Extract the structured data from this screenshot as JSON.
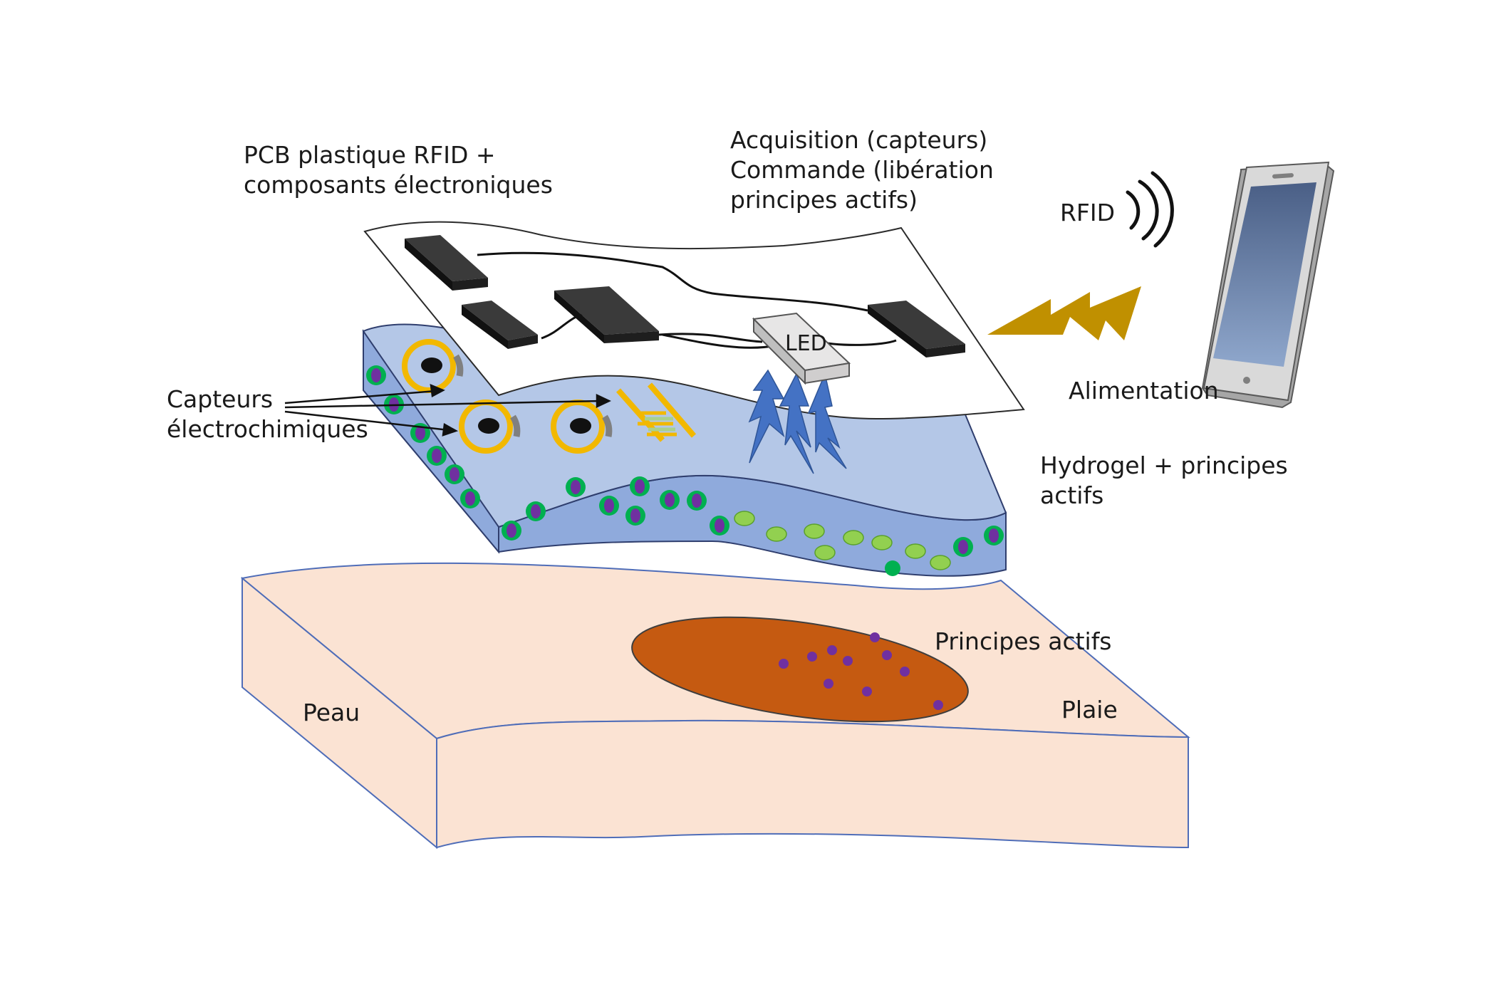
{
  "labels": {
    "pcb_line1": "PCB plastique RFID +",
    "pcb_line2": "composants électroniques",
    "acq_line1": "Acquisition (capteurs)",
    "acq_line2": "Commande (libération",
    "acq_line3": "principes actifs)",
    "rfid": "RFID",
    "alimentation": "Alimentation",
    "capteurs_line1": "Capteurs",
    "capteurs_line2": "électrochimiques",
    "hydrogel_line1": "Hydrogel + principes",
    "hydrogel_line2": "actifs",
    "led": "LED",
    "principes_actifs": "Principes actifs",
    "peau": "Peau",
    "plaie": "Plaie"
  },
  "colors": {
    "skin": "#fbe3d3",
    "wound": "#c55a11",
    "hydrogel_top": "#b4c7e7",
    "hydrogel_side": "#8faadc",
    "chip": "#1e1e1e",
    "sensor_ring": "#f2b800",
    "lightning": "#c09000",
    "led_bolts": "#4472c4",
    "drug_dot": "#7030a0",
    "cell_ring": "#00b050",
    "cell_light": "#92d050"
  }
}
